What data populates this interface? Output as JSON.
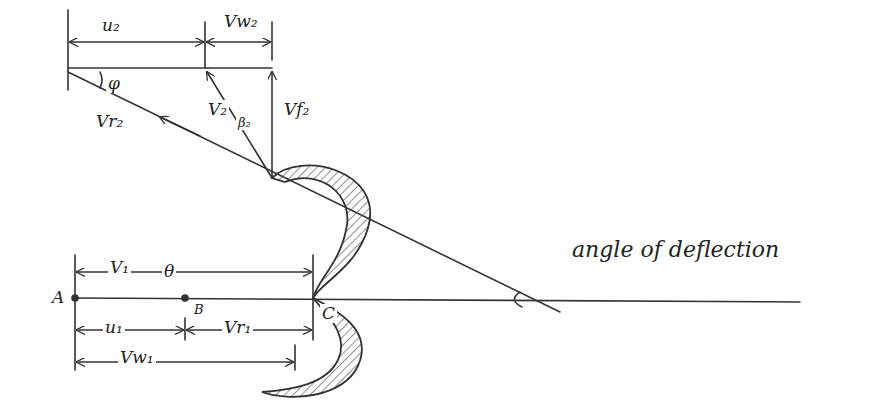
{
  "diagram": {
    "labels": [
      "u₂",
      "Vw₂",
      "φ",
      "V₂",
      "β₂",
      "Vf₂",
      "Vr₂",
      "A",
      "V₁",
      "θ",
      "B",
      "u₁",
      "Vr₁",
      "C",
      "Vw₁",
      "angle of deflection"
    ]
  }
}
